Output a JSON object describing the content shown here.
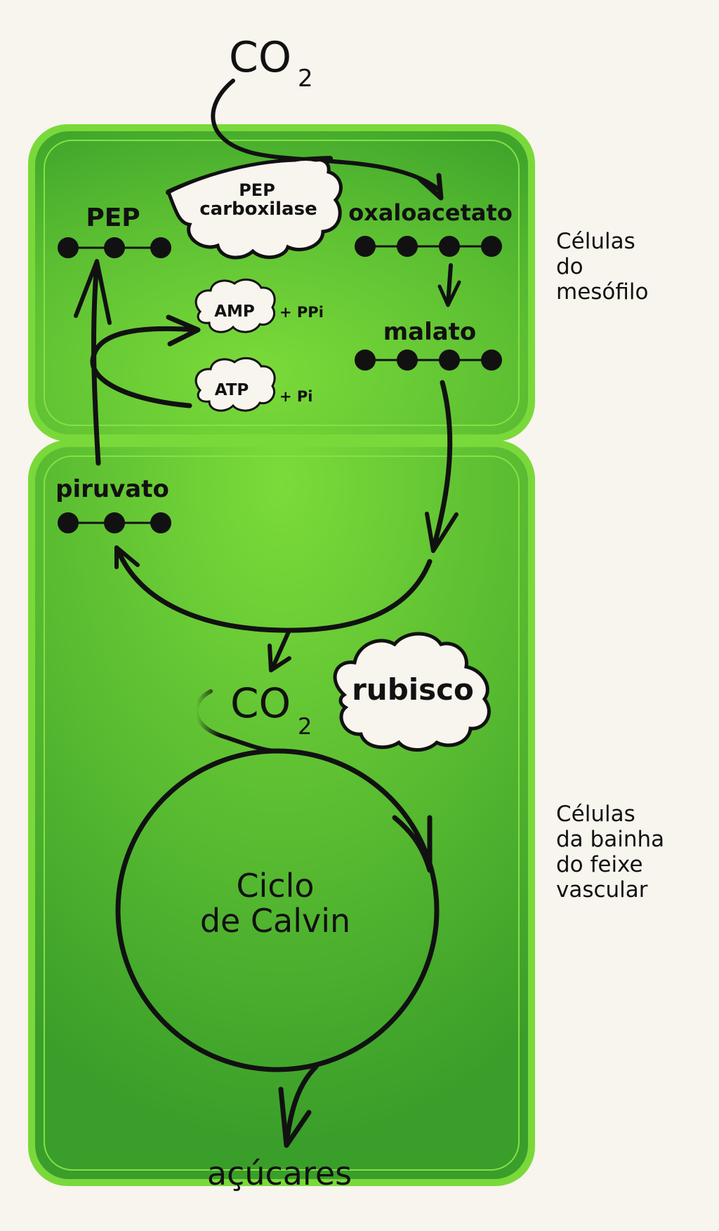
{
  "title": "C4 photosynthesis pathway",
  "colors": {
    "background": "#f8f4ee",
    "cell_outer": "#7ad93a",
    "cell_mid": "#3fa62b",
    "cell_center": "#7bdb3a",
    "cloud_fill": "#f8f4ee",
    "ink": "#111111"
  },
  "mesophyll": {
    "side_label": [
      "Células",
      "do",
      "mesófilo"
    ],
    "co2_in": {
      "main": "CO",
      "sub": "2"
    },
    "enzyme": [
      "PEP",
      "carboxilase"
    ],
    "molecules": {
      "pep": {
        "label": "PEP",
        "carbons": 3
      },
      "oxaloacetate": {
        "label": "oxaloacetato",
        "carbons": 4
      },
      "malate": {
        "label": "malato",
        "carbons": 4
      }
    },
    "energy": {
      "amp": {
        "label": "AMP",
        "suffix": "+ PPi"
      },
      "atp": {
        "label": "ATP",
        "suffix": "+ Pi"
      }
    }
  },
  "bundle_sheath": {
    "side_label": [
      "Células",
      "da bainha",
      "do feixe",
      "vascular"
    ],
    "pyruvate": {
      "label": "piruvato",
      "carbons": 3
    },
    "co2_released": {
      "main": "CO",
      "sub": "2"
    },
    "enzyme": "rubisco",
    "cycle": [
      "Ciclo",
      "de Calvin"
    ],
    "product": "açúcares"
  }
}
